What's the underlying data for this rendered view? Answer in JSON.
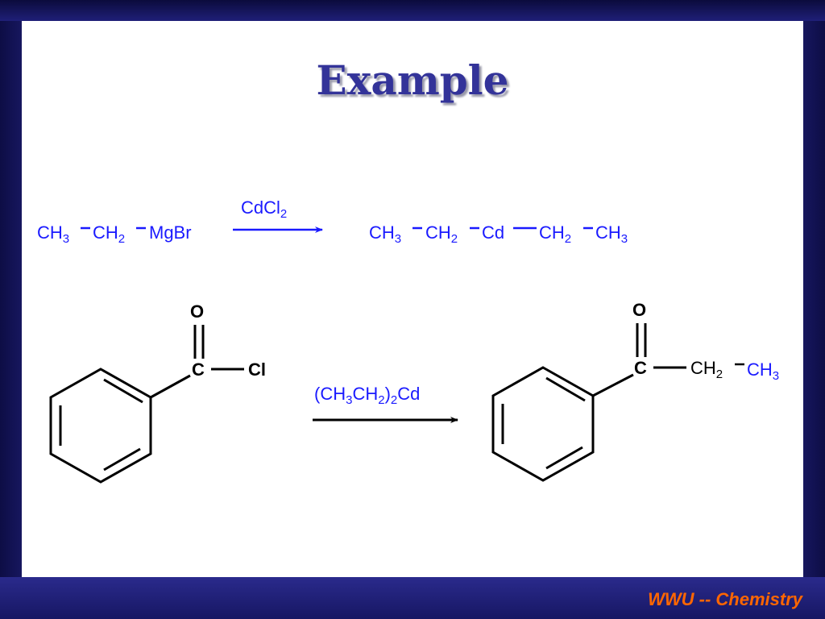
{
  "slide": {
    "title": "Example",
    "footer": "WWU -- Chemistry"
  },
  "reaction1": {
    "reactant": {
      "ch3": "CH",
      "ch3_sub": "3",
      "ch2": "CH",
      "ch2_sub": "2",
      "mgbr": "MgBr"
    },
    "reagent": {
      "main": "CdCl",
      "sub": "2"
    },
    "product": {
      "ch3a": "CH",
      "ch3a_sub": "3",
      "ch2a": "CH",
      "ch2a_sub": "2",
      "cd": "Cd",
      "ch2b": "CH",
      "ch2b_sub": "2",
      "ch3b": "CH",
      "ch3b_sub": "3"
    }
  },
  "reaction2": {
    "reactant": {
      "o": "O",
      "c": "C",
      "cl": "Cl"
    },
    "reagent": {
      "p1": "(CH",
      "s1": "3",
      "p2": "CH",
      "s2": "2",
      "p3": ")",
      "s3": "2",
      "p4": "Cd"
    },
    "product": {
      "o": "O",
      "c": "C",
      "ch2": "CH",
      "ch2_sub": "2",
      "ch3": "CH",
      "ch3_sub": "3"
    }
  },
  "colors": {
    "blue": "#1a1aff",
    "black": "#000000",
    "title": "#333399",
    "footer": "#ff6600"
  }
}
